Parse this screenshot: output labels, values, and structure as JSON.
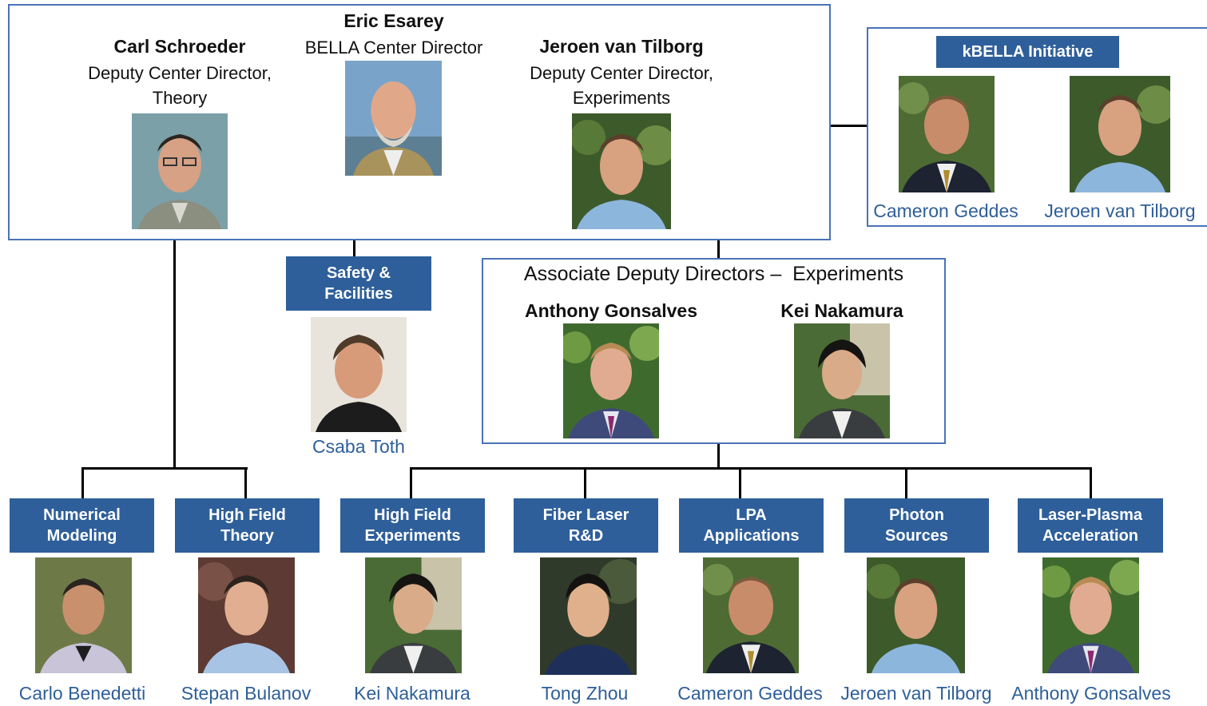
{
  "leadership": {
    "director": {
      "name": "Eric Esarey",
      "title": "BELLA Center Director"
    },
    "theory_deputy": {
      "name": "Carl Schroeder",
      "title": "Deputy Center Director,\nTheory"
    },
    "experiments_deputy": {
      "name": "Jeroen van Tilborg",
      "title": "Deputy Center Director,\nExperiments"
    }
  },
  "kbella": {
    "header": "kBELLA Initiative",
    "members": [
      "Cameron Geddes",
      "Jeroen van Tilborg"
    ]
  },
  "safety": {
    "header": "Safety &\nFacilities",
    "name": "Csaba Toth"
  },
  "associate": {
    "title": "Associate Deputy Directors –  Experiments",
    "members": [
      "Anthony Gonsalves",
      "Kei Nakamura"
    ]
  },
  "groups": [
    {
      "label": "Numerical\nModeling",
      "name": "Carlo Benedetti"
    },
    {
      "label": "High Field\nTheory",
      "name": "Stepan Bulanov"
    },
    {
      "label": "High Field\nExperiments",
      "name": "Kei Nakamura"
    },
    {
      "label": "Fiber Laser\nR&D",
      "name": "Tong Zhou"
    },
    {
      "label": "LPA\nApplications",
      "name": "Cameron Geddes"
    },
    {
      "label": "Photon\nSources",
      "name": "Jeroen van Tilborg"
    },
    {
      "label": "Laser-Plasma\nAcceleration",
      "name": "Anthony Gonsalves"
    }
  ],
  "colors": {
    "header_blue": "#2e5f9a",
    "border_blue": "#4a72b8",
    "name_blue": "#2e5f9a"
  }
}
